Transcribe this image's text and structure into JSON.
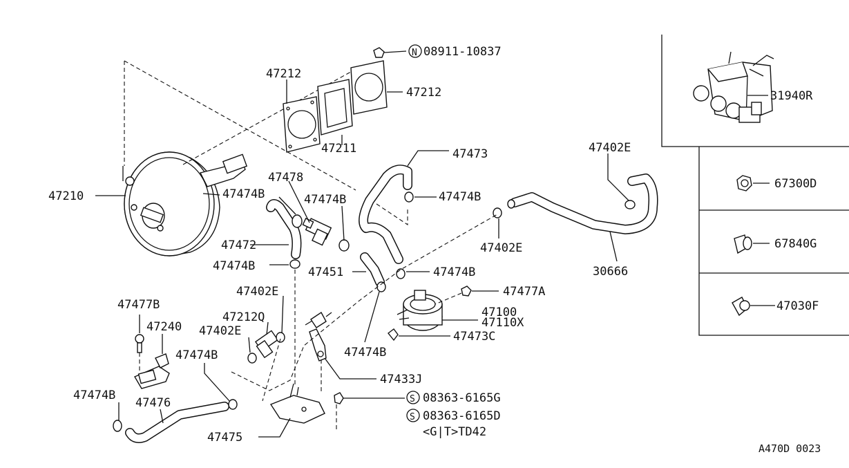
{
  "diagram_id": "A470D 0023",
  "labels": {
    "p47210": "47210",
    "p47212_a": "47212",
    "p47212_b": "47212",
    "p47211": "47211",
    "p08911": "08911-10837",
    "n_mark": "N",
    "p47478": "47478",
    "p47474b_1": "47474B",
    "p47474b_2": "47474B",
    "p47474b_3": "47474B",
    "p47474b_4": "47474B",
    "p47474b_5": "47474B",
    "p47474b_6": "47474B",
    "p47474b_7": "47474B",
    "p47474b_8": "47474B",
    "p47473": "47473",
    "p47472": "47472",
    "p47451": "47451",
    "p47402e_1": "47402E",
    "p47402e_2": "47402E",
    "p47402e_3": "47402E",
    "p47402e_4": "47402E",
    "p30666": "30666",
    "p47477a": "47477A",
    "p47100": "47100",
    "p47110x": "47110X",
    "p47473c": "47473C",
    "p47477b": "47477B",
    "p47240": "47240",
    "p47212q": "47212Q",
    "p47433j": "47433J",
    "p08363_g": "08363-6165G",
    "p08363_d": "08363-6165D",
    "s_mark": "S",
    "gt_td42": "<G|T>TD42",
    "p47476": "47476",
    "p47475": "47475",
    "p31940r": "31940R",
    "p67300d": "67300D",
    "p67840g": "67840G",
    "p47030f": "47030F"
  }
}
